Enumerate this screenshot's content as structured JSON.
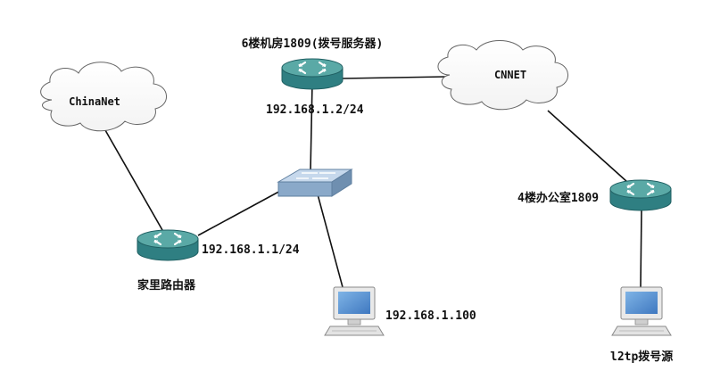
{
  "diagram": {
    "clouds": {
      "chinanet": {
        "label": "ChinaNet"
      },
      "cnnet": {
        "label": "CNNET"
      }
    },
    "labels": {
      "server_room": "6楼机房1809(拨号服务器)",
      "server_ip": "192.168.1.2/24",
      "office": "4楼办公室1809",
      "home_router_ip": "192.168.1.1/24",
      "home_router": "家里路由器",
      "pc_ip": "192.168.1.100",
      "l2tp_source": "l2tp拨号源"
    },
    "colors": {
      "router_top": "#5aa9a6",
      "router_body": "#2f7f82",
      "switch_top": "#b9cfe6",
      "switch_body": "#7f9fbf",
      "link": "#111111",
      "cloud_stroke": "#666666"
    }
  }
}
